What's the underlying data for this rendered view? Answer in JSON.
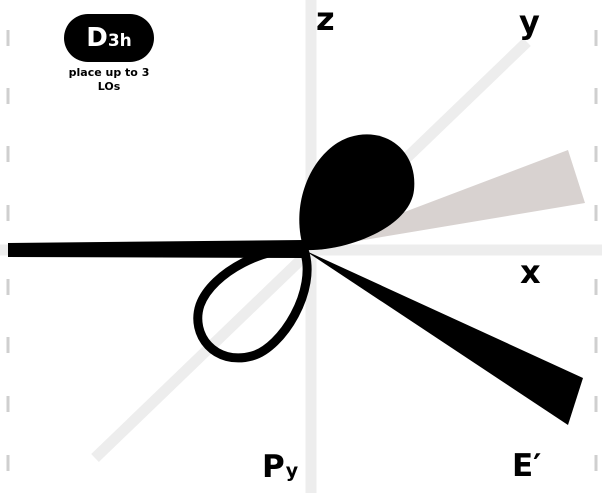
{
  "point_group": {
    "main": "D",
    "sub": "3h"
  },
  "instruction": "place up to 3 LOs",
  "axes": {
    "z": "z",
    "y": "y",
    "x": "x"
  },
  "orbital_label": {
    "main": "P",
    "sub": "y"
  },
  "irrep_label": "E′",
  "colors": {
    "lobe": "#000000",
    "axis": "#ededed",
    "ghost_lobe": "#d8d2d0",
    "background": "#ffffff"
  }
}
